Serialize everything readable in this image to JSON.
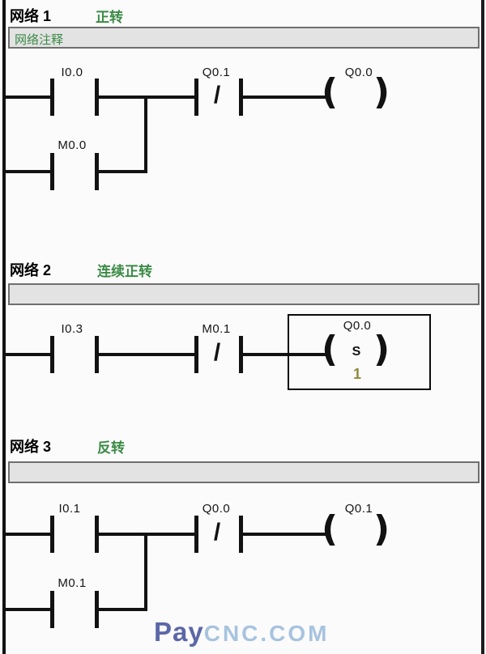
{
  "colors": {
    "ladder_line": "#121212",
    "network_title_green": "#3b8a46",
    "comment_bar_bg": "#e3e3e3",
    "set_count_olive": "#8f8a3d",
    "watermark_primary": "#5b67a7",
    "watermark_secondary": "#a7c3df"
  },
  "symbols": {
    "open_paren": "(",
    "close_paren": ")",
    "nc_slash": "/"
  },
  "networks": [
    {
      "name": "网络 1",
      "title": "正转",
      "comment": "网络注释",
      "contact1": "I0.0",
      "branch_contact": "M0.0",
      "nc_contact": "Q0.1",
      "coil": "Q0.0"
    },
    {
      "name": "网络 2",
      "title": "连续正转",
      "comment": "",
      "contact1": "I0.3",
      "nc_contact": "M0.1",
      "coil": "Q0.0",
      "set_label": "S",
      "set_count": "1"
    },
    {
      "name": "网络 3",
      "title": "反转",
      "comment": "",
      "contact1": "I0.1",
      "branch_contact": "M0.1",
      "nc_contact": "Q0.0",
      "coil": "Q0.1"
    }
  ],
  "watermark": {
    "primary": "Pay",
    "secondary": "CNC.COM"
  }
}
